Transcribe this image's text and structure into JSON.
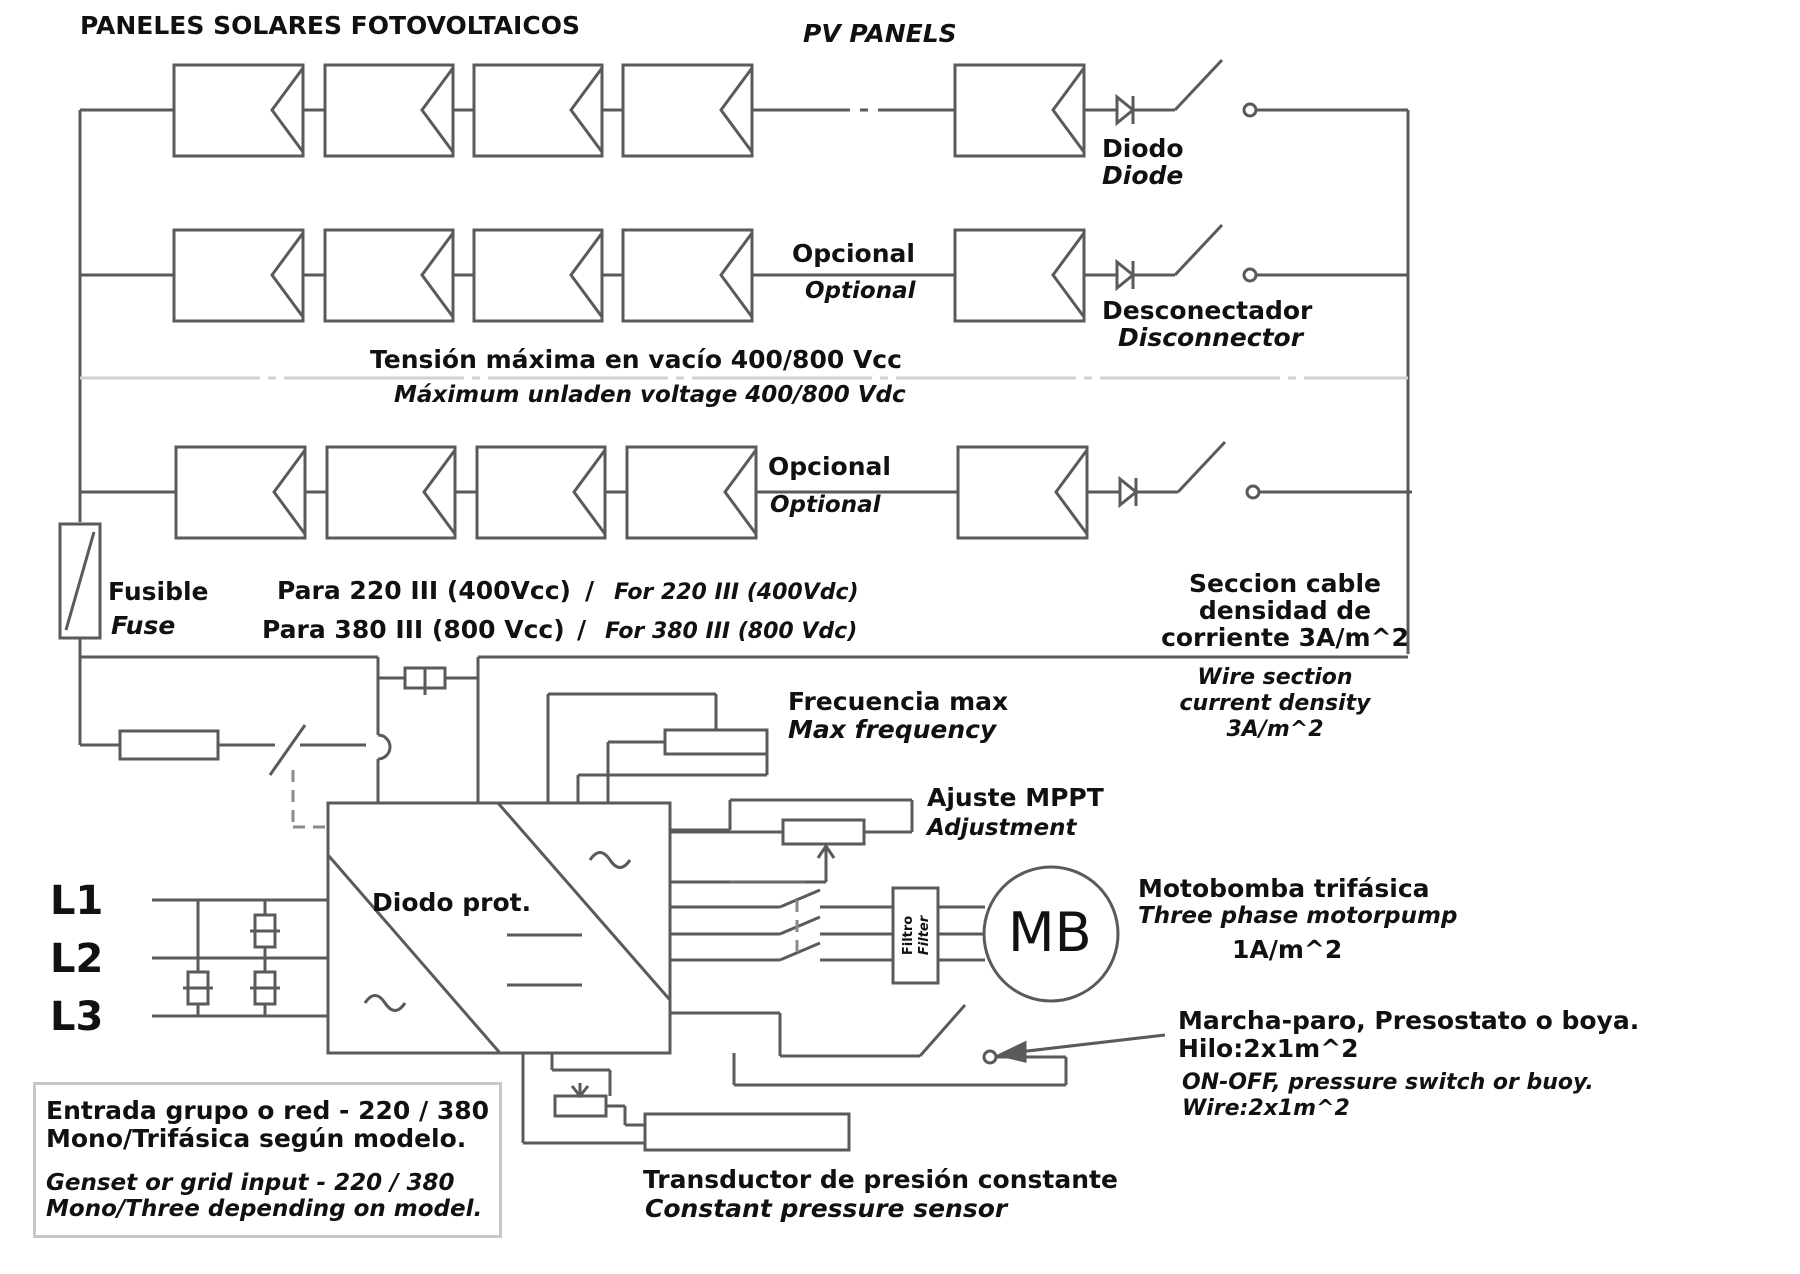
{
  "titles": {
    "es": "PANELES SOLARES FOTOVOLTAICOS",
    "en": "PV PANELS"
  },
  "diode": {
    "es": "Diodo",
    "en": "Diode"
  },
  "optional_row2": {
    "es": "Opcional",
    "en": "Optional"
  },
  "optional_row3": {
    "es": "Opcional",
    "en": "Optional"
  },
  "disconnector": {
    "es": "Desconectador",
    "en": "Disconnector"
  },
  "voltage": {
    "es": "Tensión máxima en vacío 400/800 Vcc",
    "en": "Máximum unladen voltage 400/800 Vdc"
  },
  "fuse": {
    "es": "Fusible",
    "en": "Fuse"
  },
  "para220": {
    "es": "Para 220 III  (400Vcc)",
    "sep": "/",
    "en": "For 220 III (400Vdc)"
  },
  "para380": {
    "es": "Para 380 III  (800 Vcc)",
    "sep": "/",
    "en": "For 380 III (800 Vdc)"
  },
  "cable": {
    "es1": "Seccion cable",
    "es2": "densidad de",
    "es3": "corriente 3A/m^2",
    "en1": "Wire section",
    "en2": "current density",
    "en3": "3A/m^2"
  },
  "frequency": {
    "es": "Frecuencia max",
    "en": "Max frequency"
  },
  "mppt": {
    "es": "Ajuste MPPT",
    "en": "Adjustment"
  },
  "diode_prot": "Diodo prot.",
  "phases": [
    "L1",
    "L2",
    "L3"
  ],
  "filter": {
    "es": "Filtro",
    "en": "Filter"
  },
  "motor": {
    "symbol": "MB",
    "es": "Motobomba trifásica",
    "en": "Three phase motorpump",
    "density": "1A/m^2"
  },
  "onoff": {
    "es1": "Marcha-paro, Presostato o boya.",
    "es2": "Hilo:2x1m^2",
    "en1": "ON-OFF, pressure switch or buoy.",
    "en2": "Wire:2x1m^2"
  },
  "input": {
    "es1": "Entrada grupo o red - 220 / 380",
    "es2": "Mono/Trifásica según modelo.",
    "en1": "Genset or grid input - 220 / 380",
    "en2": "Mono/Three depending on model."
  },
  "transducer": {
    "es": "Transductor de presión constante",
    "en": "Constant pressure sensor"
  }
}
